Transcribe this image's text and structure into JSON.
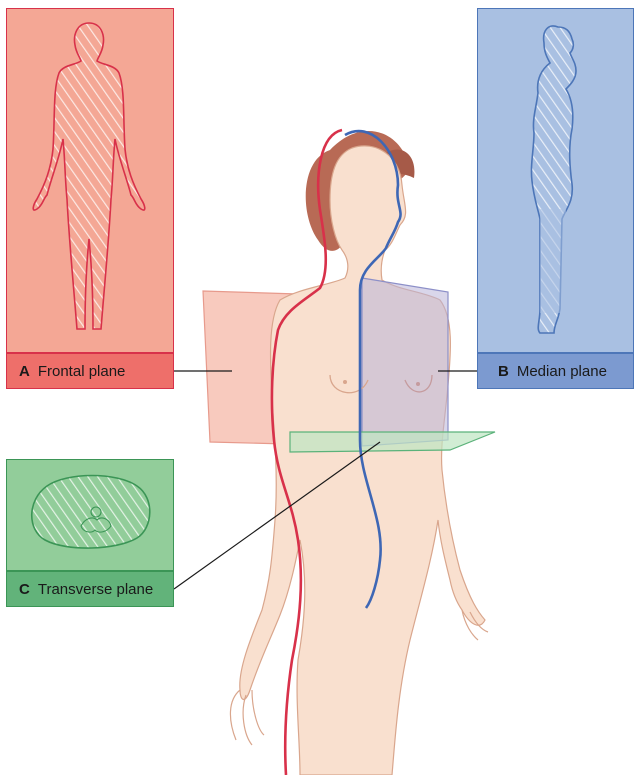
{
  "labels": {
    "frontal": {
      "letter": "A",
      "text": "Frontal plane"
    },
    "median": {
      "letter": "B",
      "text": "Median plane"
    },
    "transverse": {
      "letter": "C",
      "text": "Transverse plane"
    }
  },
  "colors": {
    "frontal_fill": "#f4a795",
    "frontal_border": "#d8314a",
    "frontal_label_bg": "#ee6f6a",
    "median_fill": "#a9c0e2",
    "median_border": "#4d76b8",
    "median_label_bg": "#7c9ad0",
    "transverse_fill": "#92cd9a",
    "transverse_border": "#3b9556",
    "transverse_label_bg": "#62b37a",
    "skin": "#f9e0cf",
    "skin_outline": "#d9a68d",
    "hair": "#b86a55"
  }
}
